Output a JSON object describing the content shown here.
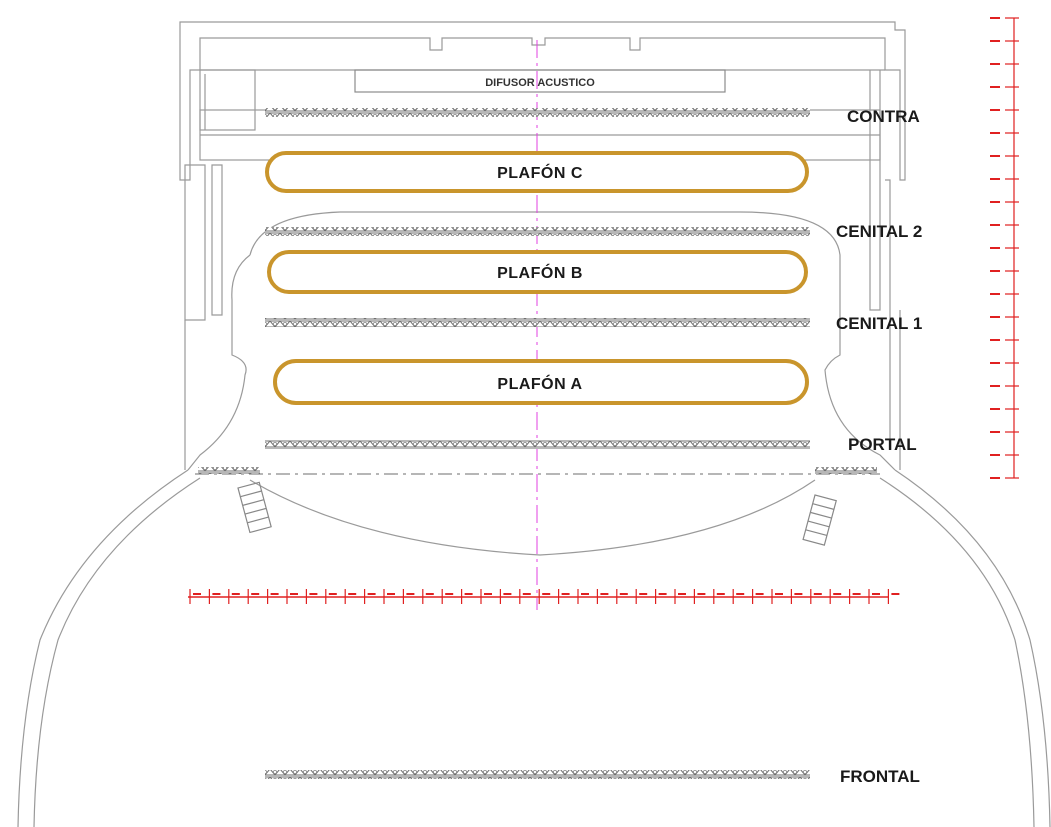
{
  "colors": {
    "architecture": "#9a9a9a",
    "truss": "#7a7a7a",
    "plafon_outline": "#c9952c",
    "centerline": "#e040e0",
    "scale_ruler": "#e02020",
    "label_text": "#1a1a1a"
  },
  "diffuser": {
    "label": "DIFUSOR ACUSTICO"
  },
  "lighting_lines": [
    {
      "id": "contra",
      "label": "CONTRA"
    },
    {
      "id": "cenital-2",
      "label": "CENITAL 2"
    },
    {
      "id": "cenital-1",
      "label": "CENITAL 1"
    },
    {
      "id": "portal",
      "label": "PORTAL"
    },
    {
      "id": "frontal",
      "label": "FRONTAL"
    }
  ],
  "plafones": [
    {
      "id": "plafon-c",
      "label": "PLAFÓN C"
    },
    {
      "id": "plafon-b",
      "label": "PLAFÓN B"
    },
    {
      "id": "plafon-a",
      "label": "PLAFÓN A"
    }
  ],
  "icons": {
    "stairs": "stairs-icon",
    "ruler": "scale-ruler-icon"
  }
}
